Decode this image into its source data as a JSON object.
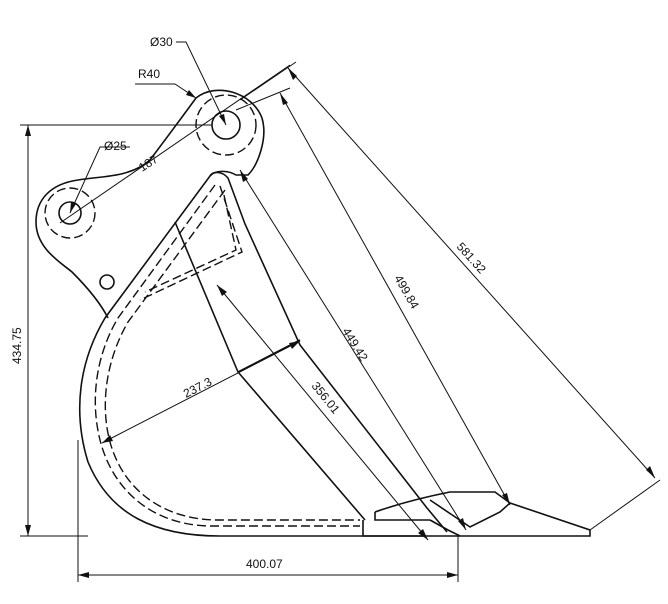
{
  "dimensions": {
    "pin_diameter_large": "Ø30",
    "pin_diameter_small": "Ø25",
    "ear_radius": "R40",
    "pin_spacing": "187",
    "overall_height": "434.75",
    "overall_width": "400.07",
    "bucket_depth": "237.3",
    "floor_length": "356.01",
    "back_length": "449.42",
    "diag_499": "499.84",
    "diag_581": "581.32"
  }
}
